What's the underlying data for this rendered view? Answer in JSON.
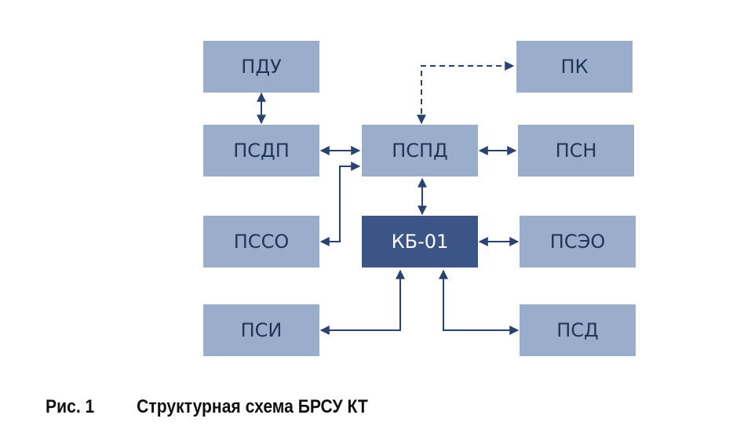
{
  "diagram": {
    "nodes": {
      "pdu": "ПДУ",
      "pk": "ПК",
      "psdp": "ПСДП",
      "pspd": "ПСПД",
      "psn": "ПСН",
      "psso": "ПССО",
      "kb01": "КБ-01",
      "pseo": "ПСЭО",
      "psi": "ПСИ",
      "psd": "ПСД"
    },
    "colors": {
      "node_fill": "#9aaecb",
      "core_fill": "#3b5686",
      "arrow": "#2a4270"
    }
  },
  "caption": {
    "number": "Рис. 1",
    "title": "Структурная схема БРСУ КТ"
  }
}
